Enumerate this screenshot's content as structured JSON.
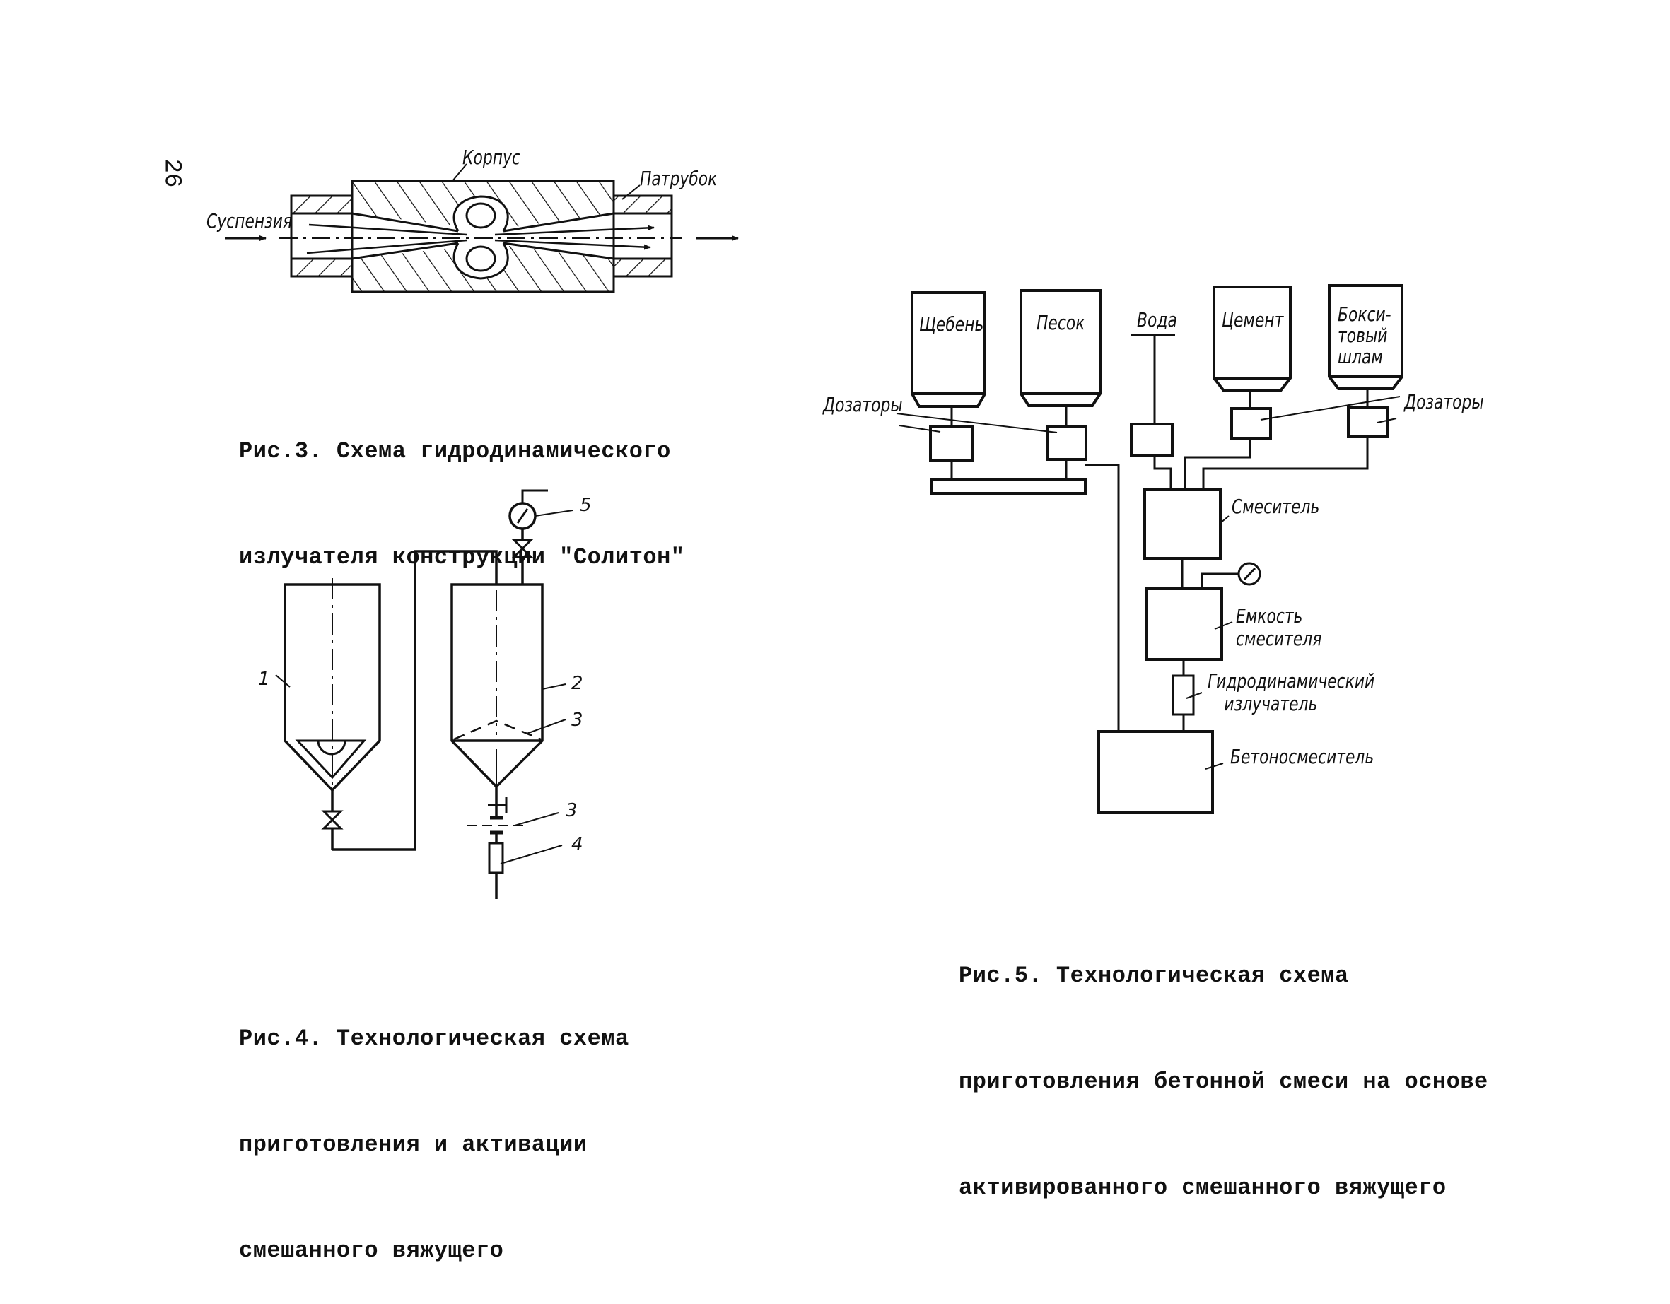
{
  "page_number": "26",
  "fig3": {
    "caption": [
      "Рис.3. Схема гидродинамического",
      "излучателя конструкции \"Солитон\""
    ],
    "labels": {
      "body": "Корпус",
      "nozzle": "Патрубок",
      "input": "Суспензия"
    }
  },
  "fig4": {
    "caption": [
      "Рис.4. Технологическая схема",
      "приготовления и активации",
      "смешанного вяжущего"
    ],
    "labels": {
      "n1": "1",
      "n2": "2",
      "n3a": "3",
      "n3b": "3",
      "n4": "4",
      "n5": "5"
    }
  },
  "fig5": {
    "caption": [
      "Рис.5. Технологическая схема",
      "приготовления бетонной смеси на основе",
      "активированного смешанного вяжущего"
    ],
    "labels": {
      "crushed_stone": "Щебень",
      "sand": "Песок",
      "water": "Вода",
      "cement": "Цемент",
      "bauxite": [
        "Бокси-",
        "товый",
        "шлам"
      ],
      "dosers_left": "Дозаторы",
      "dosers_right": "Дозаторы",
      "mixer": "Смеситель",
      "mixer_tank": [
        "Емкость",
        "смесителя"
      ],
      "emitter": [
        "Гидродинамический",
        "излучатель"
      ],
      "concrete_mixer": "Бетоносмеситель"
    }
  }
}
